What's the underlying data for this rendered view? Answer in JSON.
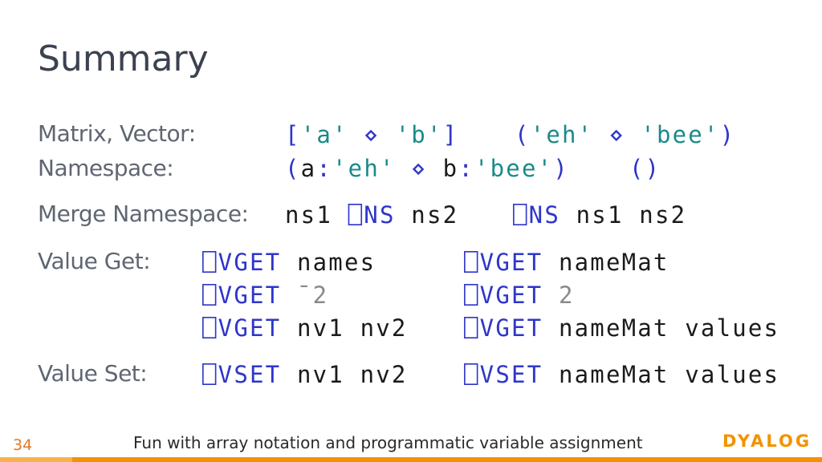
{
  "title": "Summary",
  "rows": {
    "matrix": {
      "label": "Matrix, Vector:",
      "ex1": [
        {
          "t": "[",
          "c": "blue"
        },
        {
          "t": "'a'",
          "c": "teal"
        },
        {
          "t": " ⋄ ",
          "c": "blue"
        },
        {
          "t": "'b'",
          "c": "teal"
        },
        {
          "t": "]",
          "c": "blue"
        }
      ],
      "ex2": [
        {
          "t": "(",
          "c": "blue"
        },
        {
          "t": "'eh'",
          "c": "teal"
        },
        {
          "t": " ⋄ ",
          "c": "blue"
        },
        {
          "t": "'bee'",
          "c": "teal"
        },
        {
          "t": ")",
          "c": "blue"
        }
      ]
    },
    "namespace": {
      "label": "Namespace:",
      "ex1": [
        {
          "t": "(",
          "c": "blue"
        },
        {
          "t": "a",
          "c": "dark"
        },
        {
          "t": ":",
          "c": "blue"
        },
        {
          "t": "'eh'",
          "c": "teal"
        },
        {
          "t": " ⋄ ",
          "c": "blue"
        },
        {
          "t": "b",
          "c": "dark"
        },
        {
          "t": ":",
          "c": "blue"
        },
        {
          "t": "'bee'",
          "c": "teal"
        },
        {
          "t": ")",
          "c": "blue"
        }
      ],
      "ex2": [
        {
          "t": "()",
          "c": "blue"
        }
      ]
    },
    "merge": {
      "label": "Merge Namespace:",
      "ex1": [
        {
          "t": "ns1 ",
          "c": "dark"
        },
        {
          "t": "⎕NS",
          "c": "blue"
        },
        {
          "t": " ns2",
          "c": "dark"
        }
      ],
      "ex2": [
        {
          "t": "⎕NS",
          "c": "blue"
        },
        {
          "t": " ns1 ns2",
          "c": "dark"
        }
      ]
    },
    "get": {
      "label": "Value Get:",
      "lines": [
        {
          "ex1": [
            {
              "t": "⎕VGET",
              "c": "blue"
            },
            {
              "t": " names",
              "c": "dark"
            }
          ],
          "ex2": [
            {
              "t": "⎕VGET",
              "c": "blue"
            },
            {
              "t": " nameMat",
              "c": "dark"
            }
          ]
        },
        {
          "ex1": [
            {
              "t": "⎕VGET",
              "c": "blue"
            },
            {
              "t": " ¯2",
              "c": "gray"
            }
          ],
          "ex2": [
            {
              "t": "⎕VGET",
              "c": "blue"
            },
            {
              "t": " 2",
              "c": "gray"
            }
          ]
        },
        {
          "ex1": [
            {
              "t": "⎕VGET",
              "c": "blue"
            },
            {
              "t": " nv1 nv2",
              "c": "dark"
            }
          ],
          "ex2": [
            {
              "t": "⎕VGET",
              "c": "blue"
            },
            {
              "t": " nameMat values",
              "c": "dark"
            }
          ]
        }
      ]
    },
    "set": {
      "label": "Value Set:",
      "ex1": [
        {
          "t": "⎕VSET",
          "c": "blue"
        },
        {
          "t": " nv1 nv2",
          "c": "dark"
        }
      ],
      "ex2": [
        {
          "t": "⎕VSET",
          "c": "blue"
        },
        {
          "t": " nameMat values",
          "c": "dark"
        }
      ]
    }
  },
  "footer": {
    "slide_number": "34",
    "text": "Fun with array notation and programmatic variable assignment",
    "logo": "DYALOG"
  },
  "colors": {
    "accent": "#f39200",
    "code_blue": "#2e36c9",
    "code_teal": "#1a8a8a"
  }
}
